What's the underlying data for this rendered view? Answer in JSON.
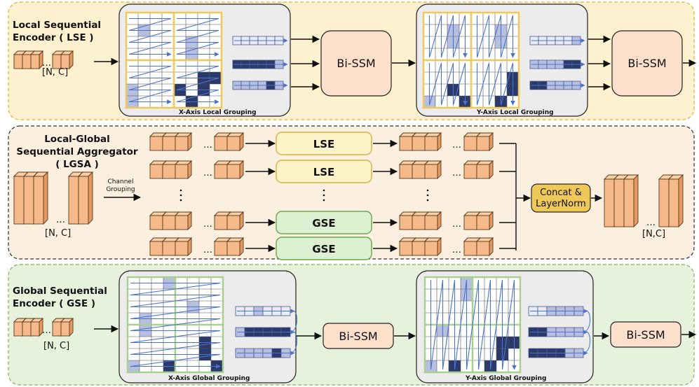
{
  "lse": {
    "title_line1": "Local Sequential",
    "title_line2": "Encoder ( LSE )",
    "shape": "[N, C]",
    "x_caption": "X-Axis Local Grouping",
    "y_caption": "Y-Axis Local Grouping",
    "bissm_1": "Bi-SSM",
    "bissm_2": "Bi-SSM"
  },
  "lgsa": {
    "title_line1": "Local-Global",
    "title_line2": "Sequential Aggregator",
    "title_line3": "( LGSA )",
    "input_shape": "[N, C]",
    "channel_line1": "Channel",
    "channel_line2": "Grouping",
    "branches": [
      "LSE",
      "LSE",
      "GSE",
      "GSE"
    ],
    "concat_line1": "Concat &",
    "concat_line2": "LayerNorm",
    "output_shape": "[N,C]"
  },
  "gse": {
    "title_line1": "Global Sequential",
    "title_line2": "Encoder ( GSE )",
    "shape": "[N, C]",
    "x_caption": "X-Axis Global Grouping",
    "y_caption": "Y-Axis Global Grouping",
    "bissm_1": "Bi-SSM",
    "bissm_2": "Bi-SSM"
  },
  "colors": {
    "lse_bg": "#fdf1cf",
    "lse_border": "#e0b234",
    "lgsa_bg": "#fbefe0",
    "gse_bg": "#e7f2dc",
    "gse_border": "#7fb55a",
    "token": "#f6b98a",
    "lse_box": "#fdf3c8",
    "gse_box": "#dcefd0",
    "bissm": "#fde0cc",
    "concat": "#efc85a",
    "dark_cell": "#2b3a6b",
    "light_cell": "#b7bfe0",
    "arrow_blue": "#4b74c8"
  }
}
